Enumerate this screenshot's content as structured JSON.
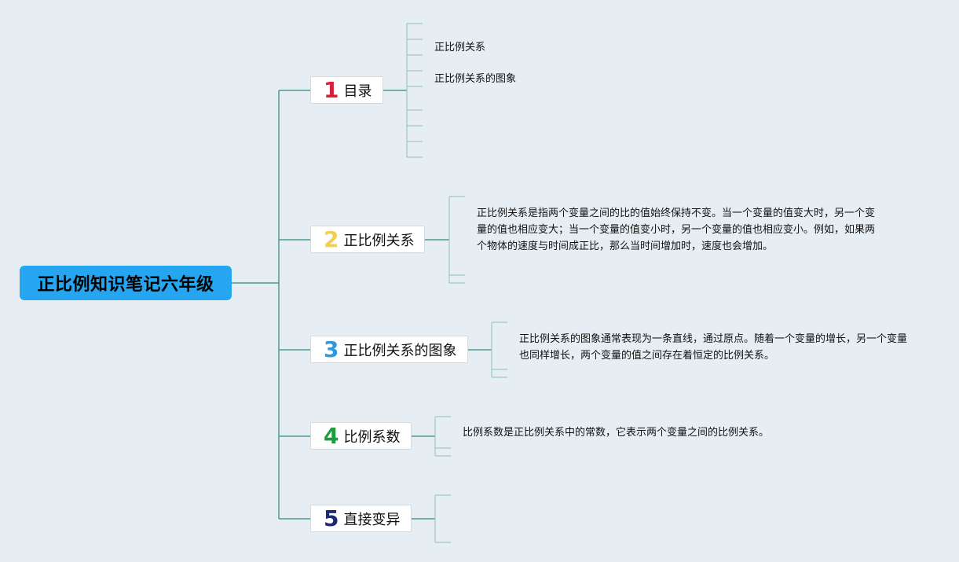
{
  "root": {
    "title": "正比例知识笔记六年级"
  },
  "topics": [
    {
      "num": "1",
      "label": "目录",
      "num_color": "#d9203a"
    },
    {
      "num": "2",
      "label": "正比例关系",
      "num_color": "#f2cf4e"
    },
    {
      "num": "3",
      "label": "正比例关系的图象",
      "num_color": "#2c9ad8"
    },
    {
      "num": "4",
      "label": "比例系数",
      "num_color": "#1f9a3c"
    },
    {
      "num": "5",
      "label": "直接变异",
      "num_color": "#1c2870"
    }
  ],
  "toc_items": [
    "正比例关系",
    "正比例关系的图象"
  ],
  "notes": {
    "proportional": "正比例关系是指两个变量之间的比的值始终保持不变。当一个变量的值变大时，另一个变量的值也相应变大；当一个变量的值变小时，另一个变量的值也相应变小。例如，如果两个物体的速度与时间成正比，那么当时间增加时，速度也会增加。",
    "graph": "正比例关系的图象通常表现为一条直线，通过原点。随着一个变量的增长，另一个变量也同样增长，两个变量的值之间存在着恒定的比例关系。",
    "coefficient": "比例系数是正比例关系中的常数，它表示两个变量之间的比例关系。"
  },
  "colors": {
    "line": "#4c9a8c",
    "root_bg": "#26a6f0",
    "background": "#e6eef3"
  }
}
